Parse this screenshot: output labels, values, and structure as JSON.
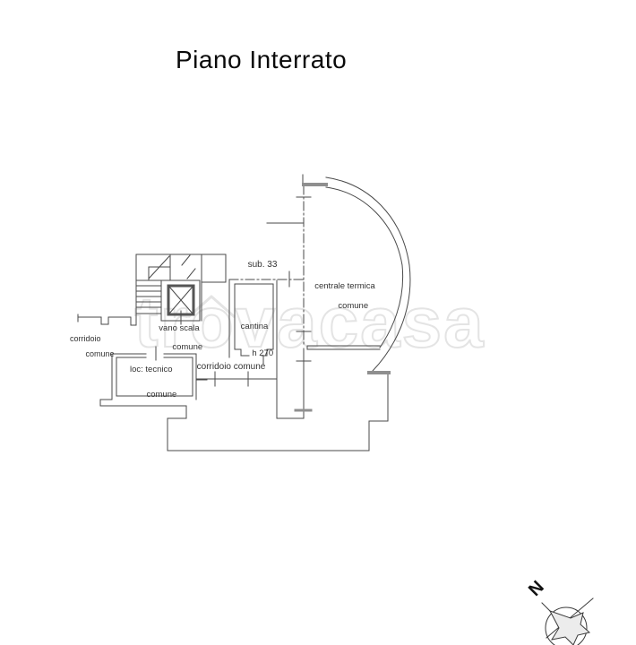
{
  "title": "Piano Interrato",
  "watermark": {
    "text": "trovacasa",
    "color": "#e4e4e4"
  },
  "plan": {
    "rooms": {
      "corridoio_left": {
        "line1": "corridoio",
        "line2": "comune"
      },
      "vano_scala": {
        "line1": "vano scala",
        "line2": "comune"
      },
      "loc_tecnico": {
        "line1": "loc: tecnico",
        "line2": "comune"
      },
      "corridoio_center": {
        "line1": "corridoio comune"
      },
      "cantina": {
        "line1": "cantina",
        "line2": "h 270"
      },
      "sub33": {
        "line1": "sub. 33"
      },
      "centrale_termica": {
        "line1": "centrale termica",
        "line2": "comune"
      }
    },
    "colors": {
      "line": "#4a4a4a",
      "thick_wall": "#8f8f8f",
      "label_text": "#333333"
    }
  },
  "compass": {
    "north_label": "N"
  }
}
